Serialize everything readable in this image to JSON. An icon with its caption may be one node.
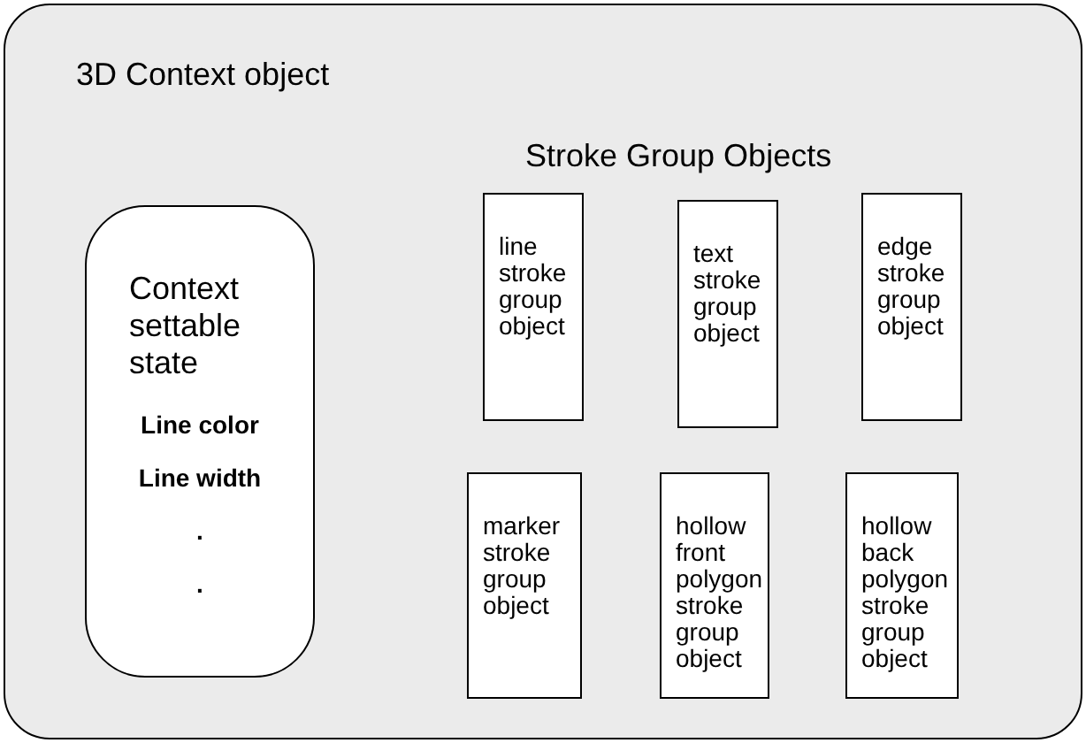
{
  "diagram": {
    "nodes": [
      {
        "text": [
          "3D Context object"
        ]
      },
      {
        "text": [
          "Context settable state",
          "Line color",
          "Line width",
          ".",
          "."
        ],
        "in": 0
      },
      {
        "text": [
          "line stroke group object"
        ],
        "in": 0
      },
      {
        "text": [
          "text stroke group object"
        ],
        "in": 0
      },
      {
        "text": [
          "edge stroke group object"
        ],
        "in": 0
      },
      {
        "text": [
          "marker stroke group object"
        ],
        "in": 0
      },
      {
        "text": [
          "hollow front polygon stroke group object"
        ],
        "in": 0
      },
      {
        "text": [
          "hollow back polygon stroke group object"
        ],
        "in": 0
      }
    ],
    "labels": [
      "Stroke Group Objects"
    ]
  }
}
